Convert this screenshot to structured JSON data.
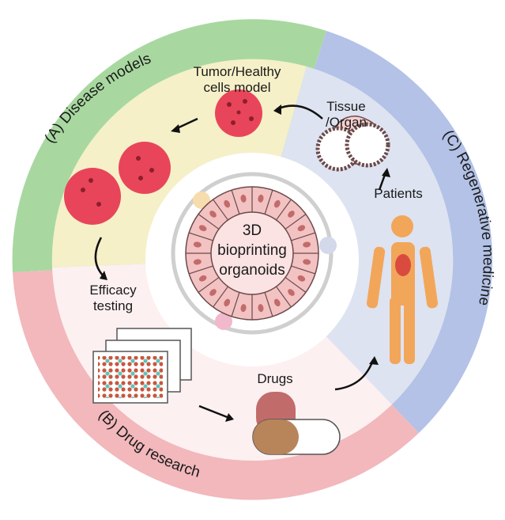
{
  "sectors": {
    "disease_models": {
      "label": "(A) Disease models",
      "color": "#a8d8a0",
      "fill": "#f5f0c8"
    },
    "drug_research": {
      "label": "(B) Drug research",
      "color": "#f2b8bc",
      "fill": "#fdf0f1"
    },
    "regenerative_medicine": {
      "label": "(C) Regenerative medicine",
      "color": "#b3c2e6",
      "fill": "#dde3f0"
    }
  },
  "center": {
    "line1": "3D",
    "line2": "bioprinting",
    "line3": "organoids"
  },
  "nodes": {
    "tumor_line1": "Tumor/Healthy",
    "tumor_line2": "cells model",
    "tissue_line1": "Tissue",
    "tissue_line2": "/Organ",
    "patients": "Patients",
    "efficacy_line1": "Efficacy",
    "efficacy_line2": "testing",
    "drugs": "Drugs"
  },
  "colors": {
    "cell_red": "#e8455a",
    "organoid_cell": "#f3c2c2",
    "skin": "#f2a65a"
  }
}
